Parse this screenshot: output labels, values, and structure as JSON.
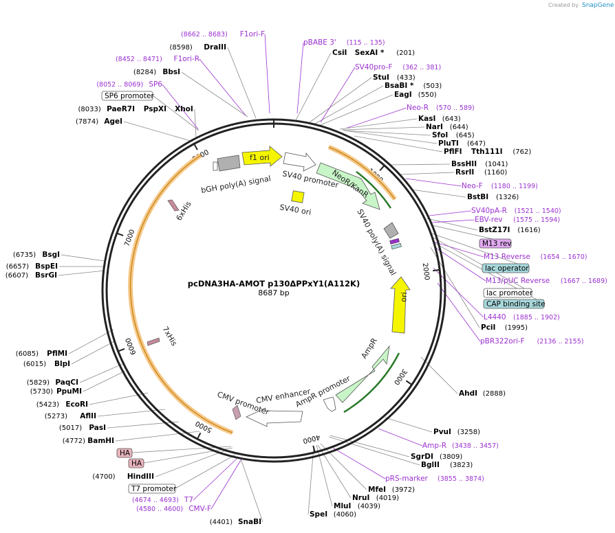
{
  "watermark": {
    "prefix": "Created by",
    "brand": "SnapGene"
  },
  "plasmid": {
    "name": "pcDNA3HA-AMOT p130ΔPPxY1(A112K)",
    "length_label": "8687 bp"
  },
  "ticks": [
    "1000",
    "2000",
    "3000",
    "4000",
    "5000",
    "6000",
    "7000",
    "8000"
  ],
  "features": {
    "f1_ori": "f1 ori",
    "bgh": "bGH poly(A) signal",
    "sv40_promoter": "SV40 promoter",
    "neo": "NeoR/KanR",
    "sv40_ori": "SV40 ori",
    "sv40_polya": "SV40 poly(A) signal",
    "ori": "ori",
    "ampr": "AmpR",
    "ampr_promoter": "AmpR promoter",
    "cmv_enhancer": "CMV enhancer",
    "cmv_promoter": "CMV promoter",
    "his6": "6xHis",
    "his7": "7xHis"
  },
  "sites_right": [
    {
      "name": "CsiI",
      "extra": "SexAI *",
      "pos": "(201)"
    },
    {
      "name": "StuI",
      "pos": "(433)"
    },
    {
      "name": "BsaBI *",
      "pos": "(503)"
    },
    {
      "name": "EagI",
      "pos": "(550)"
    },
    {
      "name": "KasI",
      "pos": "(643)"
    },
    {
      "name": "NarI",
      "pos": "(644)"
    },
    {
      "name": "SfoI",
      "pos": "(645)"
    },
    {
      "name": "PluTI",
      "pos": "(647)"
    },
    {
      "name": "PflFI",
      "extra": "Tth111I",
      "pos": "(762)"
    },
    {
      "name": "BssHII",
      "pos": "(1041)"
    },
    {
      "name": "RsrII",
      "pos": "(1160)"
    },
    {
      "name": "BstBI",
      "pos": "(1326)"
    },
    {
      "name": "BstZ17I",
      "pos": "(1616)"
    },
    {
      "name": "PciI",
      "pos": "(1995)"
    },
    {
      "name": "AhdI",
      "pos": "(2888)"
    },
    {
      "name": "PvuI",
      "pos": "(3258)"
    },
    {
      "name": "SgrDI",
      "pos": "(3809)"
    },
    {
      "name": "BglII",
      "pos": "(3823)"
    },
    {
      "name": "MfeI",
      "pos": "(3972)"
    },
    {
      "name": "NruI",
      "pos": "(4019)"
    },
    {
      "name": "MluI",
      "pos": "(4039)"
    },
    {
      "name": "SpeI",
      "pos": "(4060)"
    }
  ],
  "sites_left": [
    {
      "name": "DraIII",
      "pos": "(8598)"
    },
    {
      "name": "BbsI",
      "pos": "(8284)"
    },
    {
      "name": "PaeR7I",
      "extra": "PspXI",
      "extra2": "XhoI",
      "pos": "(8033)"
    },
    {
      "name": "AgeI",
      "pos": "(7874)"
    },
    {
      "name": "BsgI",
      "pos": "(6735)"
    },
    {
      "name": "BspEI",
      "pos": "(6657)"
    },
    {
      "name": "BsrGI",
      "pos": "(6607)"
    },
    {
      "name": "PflMI",
      "pos": "(6085)"
    },
    {
      "name": "BlpI",
      "pos": "(6015)"
    },
    {
      "name": "PaqCI",
      "pos": "(5829)"
    },
    {
      "name": "PpuMI",
      "pos": "(5730)"
    },
    {
      "name": "EcoRI",
      "pos": "(5423)"
    },
    {
      "name": "AflII",
      "pos": "(5273)"
    },
    {
      "name": "PasI",
      "pos": "(5017)"
    },
    {
      "name": "BamHI",
      "pos": "(4772)"
    },
    {
      "name": "HindIII",
      "pos": "(4700)"
    },
    {
      "name": "SnaBI",
      "pos": "(4401)"
    }
  ],
  "primers": [
    {
      "name": "F1ori-F",
      "pos": "(8662 .. 8683)"
    },
    {
      "name": "pBABE 3'",
      "pos": "(115 .. 135)"
    },
    {
      "name": "SV40pro-F",
      "pos": "(362 .. 381)"
    },
    {
      "name": "F1ori-R",
      "pos": "(8452 .. 8471)"
    },
    {
      "name": "SP6",
      "pos": "(8052 .. 8069)"
    },
    {
      "name": "Neo-R",
      "pos": "(570 .. 589)"
    },
    {
      "name": "Neo-F",
      "pos": "(1180 .. 1199)"
    },
    {
      "name": "SV40pA-R",
      "pos": "(1521 .. 1540)"
    },
    {
      "name": "EBV-rev",
      "pos": "(1575 .. 1594)"
    },
    {
      "name": "M13 Reverse",
      "pos": "(1654 .. 1670)"
    },
    {
      "name": "M13/pUC Reverse",
      "pos": "(1667 .. 1689)"
    },
    {
      "name": "L4440",
      "pos": "(1885 .. 1902)"
    },
    {
      "name": "pBR322ori-F",
      "pos": "(2136 .. 2155)"
    },
    {
      "name": "Amp-R",
      "pos": "(3438 .. 3457)"
    },
    {
      "name": "pRS-marker",
      "pos": "(3855 .. 3874)"
    },
    {
      "name": "T7",
      "pos": "(4674 .. 4693)"
    },
    {
      "name": "CMV-F",
      "pos": "(4580 .. 4600)"
    }
  ],
  "boxes": {
    "sp6_promoter": "SP6 promoter",
    "m13_rev": "M13 rev",
    "lac_operator": "lac operator",
    "lac_promoter": "lac promoter",
    "cap_site": "CAP binding site",
    "ha1": "HA",
    "ha2": "HA",
    "t7_promoter": "T7 promoter"
  },
  "colors": {
    "backbone": "#222222",
    "primer": "#9b30d0",
    "orange_feature": "#f0a030",
    "green_feature": "#c8f5c8",
    "yellow_feature": "#f5f500",
    "gray_feature": "#b0b0b0",
    "m13_box": "#e0a8f0",
    "teal_box": "#a8d8dc",
    "ha_box": "#e8b4bc"
  }
}
